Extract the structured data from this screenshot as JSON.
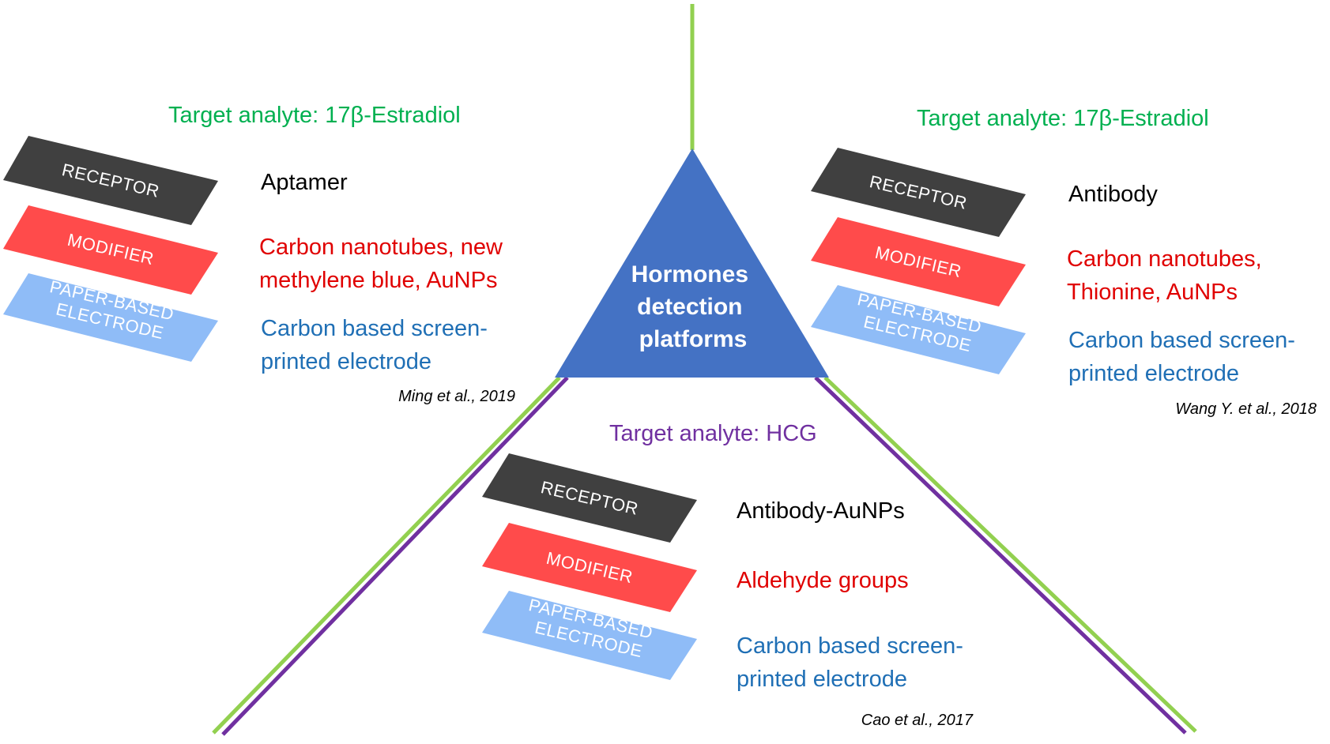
{
  "colors": {
    "green_line": "#92d050",
    "purple_line": "#7030a0",
    "triangle": "#4472c4",
    "receptor_band": "#404040",
    "modifier_band": "#ff4b4b",
    "electrode_band": "#8fbcf7",
    "target_text": "#00b050",
    "target_text_purple": "#7030a0",
    "receptor_text": "#000000",
    "modifier_text": "#e00000",
    "electrode_text": "#1f6fb5"
  },
  "center": {
    "title_lines": [
      "Hormones",
      "detection",
      "platforms"
    ]
  },
  "band_labels": {
    "receptor": "RECEPTOR",
    "modifier": "MODIFIER",
    "electrode_lines": [
      "PAPER-BASED",
      "ELECTRODE"
    ]
  },
  "platforms": [
    {
      "id": "left",
      "target": "Target analyte: 17β-Estradiol",
      "receptor": "Aptamer",
      "modifier_lines": [
        "Carbon nanotubes, new",
        "methylene blue, AuNPs"
      ],
      "electrode_lines": [
        "Carbon based screen-",
        "printed electrode"
      ],
      "reference": "Ming et al., 2019"
    },
    {
      "id": "right",
      "target": "Target analyte: 17β-Estradiol",
      "receptor": "Antibody",
      "modifier_lines": [
        "Carbon nanotubes,",
        "Thionine, AuNPs"
      ],
      "electrode_lines": [
        "Carbon based screen-",
        "printed electrode"
      ],
      "reference": "Wang Y. et al., 2018"
    },
    {
      "id": "bottom",
      "target": "Target analyte: HCG",
      "receptor": "Antibody-AuNPs",
      "modifier_lines": [
        "Aldehyde groups"
      ],
      "electrode_lines": [
        "Carbon based screen-",
        "printed electrode"
      ],
      "reference": "Cao et al., 2017"
    }
  ]
}
